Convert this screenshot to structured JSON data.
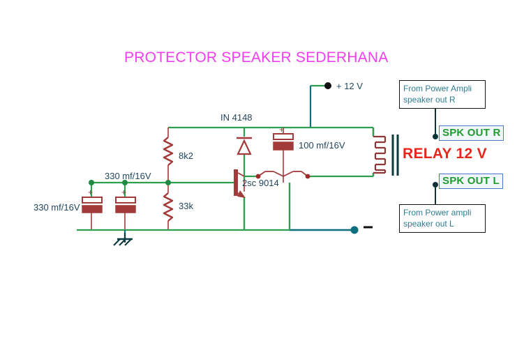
{
  "title": {
    "text": "PROTECTOR SPEAKER SEDERHANA",
    "color": "#f03df0"
  },
  "power": {
    "positive_label": "+ 12 V",
    "negative_label": "−"
  },
  "components": [
    {
      "ref": "R1",
      "label": "8k2",
      "type": "resistor"
    },
    {
      "ref": "R2",
      "label": "33k",
      "type": "resistor"
    },
    {
      "ref": "D1",
      "label": "IN 4148",
      "type": "diode"
    },
    {
      "ref": "C1",
      "label": "330 mf/16V",
      "type": "capacitor-electrolytic"
    },
    {
      "ref": "C2",
      "label": "330 mf/16V",
      "type": "capacitor-electrolytic"
    },
    {
      "ref": "C3",
      "label": "100 mf/16V",
      "type": "capacitor-electrolytic"
    },
    {
      "ref": "Q1",
      "label": "2sc 9014",
      "type": "transistor-npn"
    }
  ],
  "labels": {
    "r1": "8k2",
    "r2": "33k",
    "d1": "IN 4148",
    "c1": "330 mf/16V",
    "c2": "330 mf/16V",
    "c3": "100 mf/16V",
    "q1": "2sc 9014",
    "polarity_plus": "+"
  },
  "relay": {
    "label": "RELAY 12 V",
    "color": "#e8261c"
  },
  "inputs": [
    {
      "id": "amp-r",
      "line1": "From Power Ampli",
      "line2": "speaker out R"
    },
    {
      "id": "amp-l",
      "line1": "From Power ampli",
      "line2": "speaker out L"
    }
  ],
  "outputs": [
    {
      "id": "spk-r",
      "label": "SPK OUT R"
    },
    {
      "id": "spk-l",
      "label": "SPK OUT L"
    }
  ],
  "colors": {
    "wire_green": "#2e9e4f",
    "wire_teal": "#0d6f7e",
    "component_red": "#a33a3a",
    "relay_red": "#e8261c",
    "title_magenta": "#f03df0",
    "text_dark": "#23475e",
    "spk_green": "#1f9c2f",
    "box_blue": "#4a77c8",
    "amp_text": "#2d7d93"
  }
}
